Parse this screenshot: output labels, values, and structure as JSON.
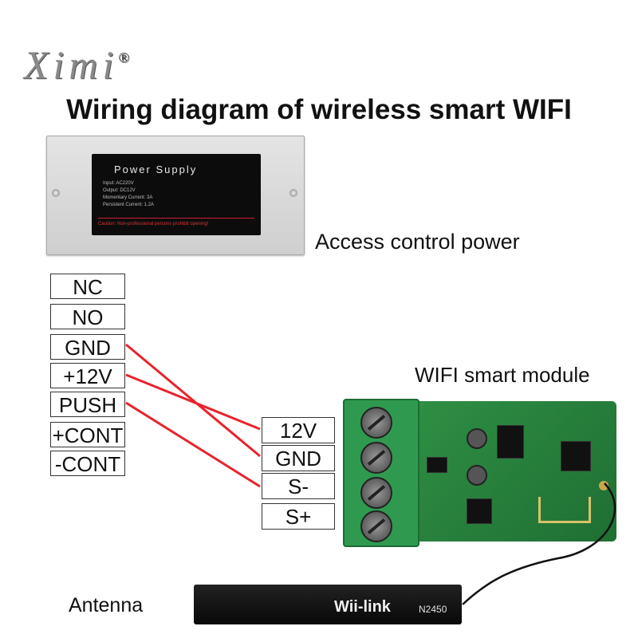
{
  "brand": {
    "text": "Ximi",
    "mark": "®"
  },
  "title": "Wiring diagram of wireless smart WIFI",
  "power_supply": {
    "label": "Access control power",
    "panel_title": "Power Supply",
    "specs": [
      "Input: AC220V",
      "Output: DC12V",
      "Momentary Current: 3A",
      "Persistent Current: 1.2A"
    ],
    "warning": "Caution: Non-professional persons prohibit opening!"
  },
  "left_terminals": [
    "NC",
    "NO",
    "GND",
    "+12V",
    "PUSH",
    "+CONT",
    "-CONT"
  ],
  "module": {
    "label": "WIFI smart module",
    "terminals": [
      "12V",
      "GND",
      "S-",
      "S+"
    ]
  },
  "antenna": {
    "label": "Antenna",
    "brand": "Wii-link",
    "model": "N2450"
  },
  "wires": [
    {
      "from": "GND",
      "to": "GND"
    },
    {
      "from": "+12V",
      "to": "12V"
    },
    {
      "from": "PUSH",
      "to": "S-"
    }
  ],
  "colors": {
    "wire": "#e8232c",
    "pcb": "#2a8a40",
    "terminal_block": "#2f9a4f"
  }
}
